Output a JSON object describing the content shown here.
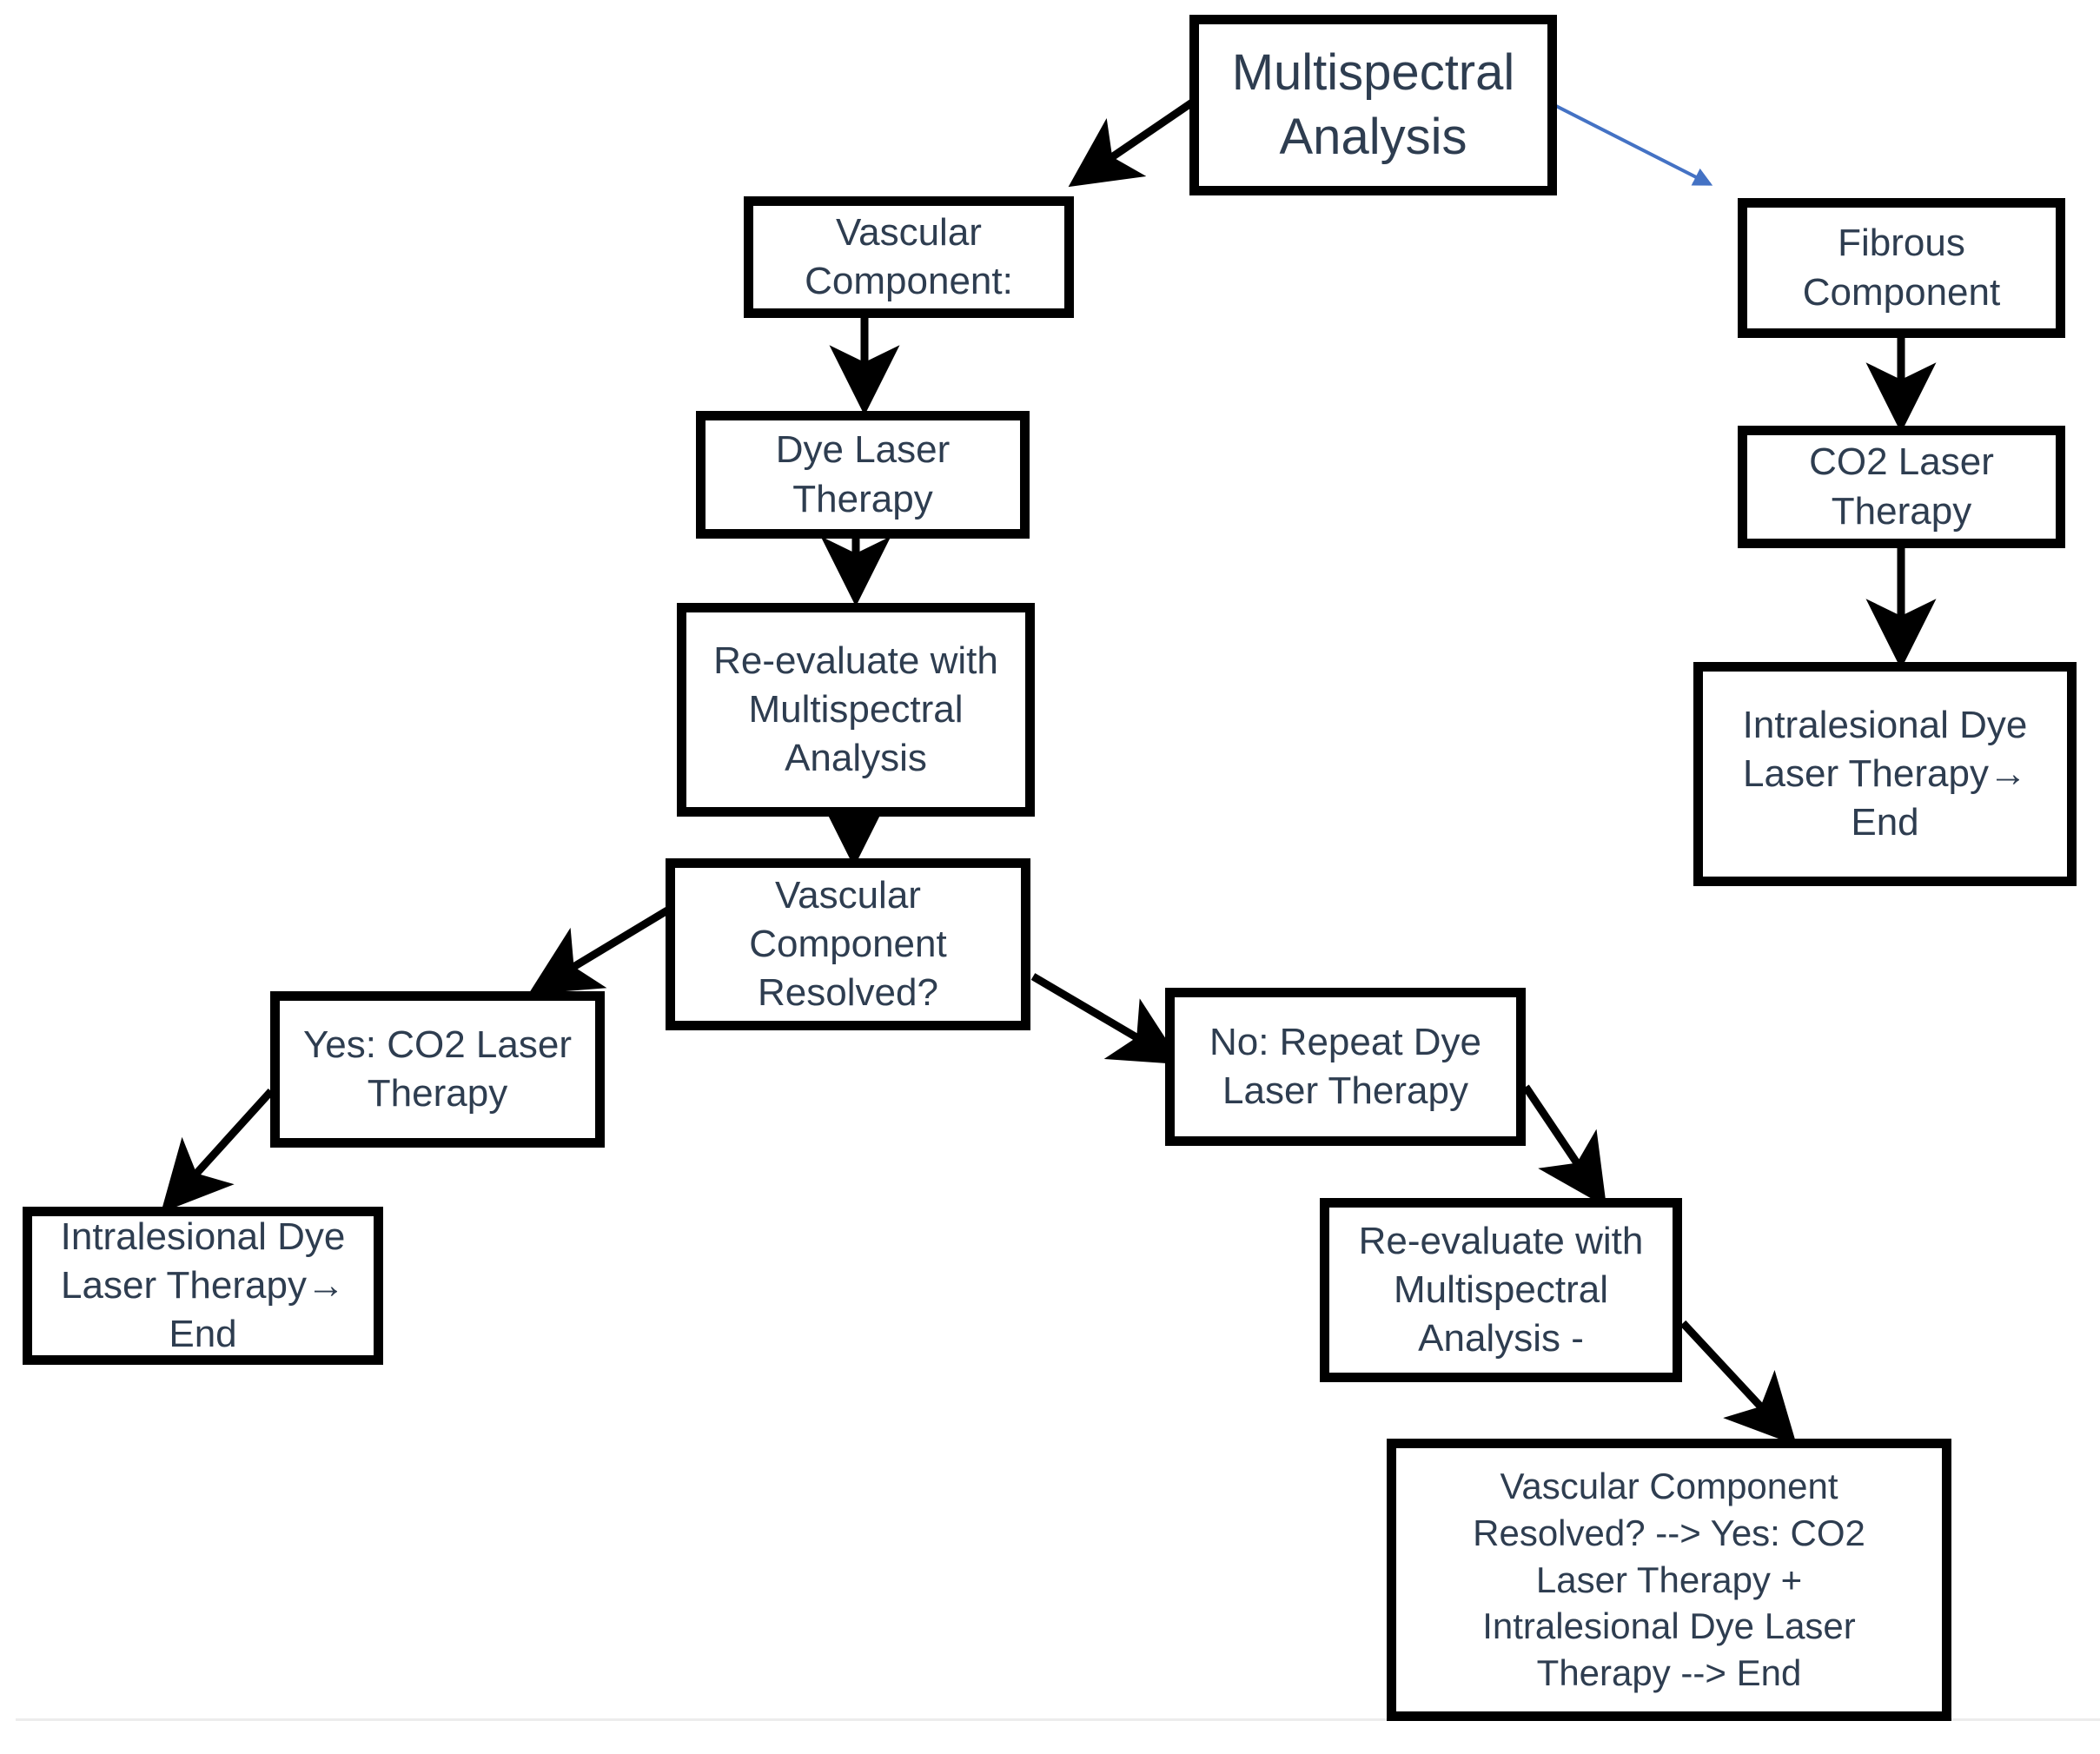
{
  "diagram": {
    "title": "Multispectral Analysis treatment algorithm flowchart",
    "accent_blue": "#4472C4",
    "edge_black": "#000000",
    "text_color": "#2e3d50",
    "box_border_color": "#000000",
    "background": "#ffffff"
  },
  "nodes": {
    "multispectral_analysis": "Multispectral\nAnalysis",
    "vascular_component": "Vascular\nComponent:",
    "fibrous_component": "Fibrous\nComponent",
    "dye_laser_therapy": "Dye Laser\nTherapy",
    "co2_laser_therapy_right": "CO2 Laser\nTherapy",
    "reevaluate_mid": "Re-evaluate with\nMultispectral\nAnalysis",
    "intralesional_right": "Intralesional Dye\nLaser Therapy→\nEnd",
    "vascular_resolved": "Vascular\nComponent\nResolved?",
    "yes_co2": "Yes: CO2 Laser\nTherapy",
    "no_repeat_dye": "No: Repeat Dye\nLaser Therapy",
    "intralesional_left": "Intralesional Dye\nLaser Therapy→\nEnd",
    "reevaluate_lower": "Re-evaluate with\nMultispectral\nAnalysis -",
    "final_outcome": "Vascular Component\nResolved? --> Yes: CO2\nLaser Therapy +\nIntralesional Dye Laser\nTherapy --> End"
  },
  "edges": [
    {
      "name": "multispectral-to-vascular",
      "color": "#000000"
    },
    {
      "name": "multispectral-to-fibrous",
      "color": "#4472C4"
    },
    {
      "name": "vascular-to-dye-laser",
      "color": "#000000"
    },
    {
      "name": "dye-laser-to-reevaluate",
      "color": "#000000"
    },
    {
      "name": "reevaluate-to-resolved",
      "color": "#000000"
    },
    {
      "name": "resolved-to-yes",
      "color": "#000000"
    },
    {
      "name": "resolved-to-no",
      "color": "#000000"
    },
    {
      "name": "yes-to-intralesional-left",
      "color": "#000000"
    },
    {
      "name": "no-to-reevaluate-lower",
      "color": "#000000"
    },
    {
      "name": "reevaluate-lower-to-final",
      "color": "#000000"
    },
    {
      "name": "fibrous-to-co2",
      "color": "#000000"
    },
    {
      "name": "co2-to-intralesional-right",
      "color": "#000000"
    }
  ]
}
